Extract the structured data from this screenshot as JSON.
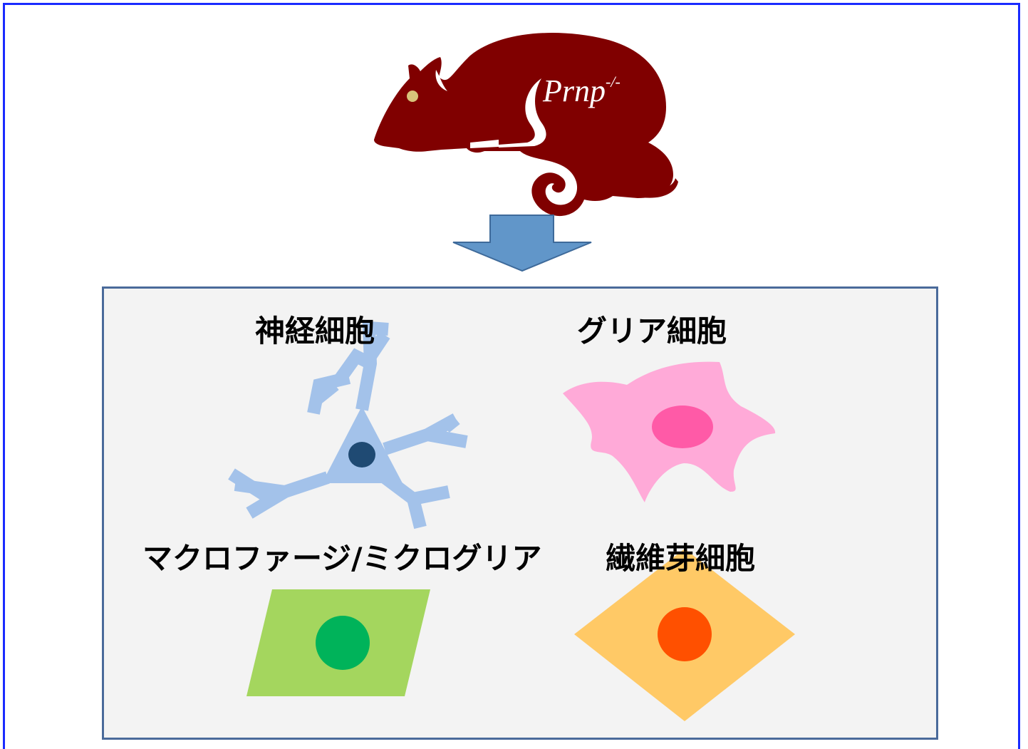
{
  "mouse": {
    "label_main": "Prnp",
    "label_sup": "-/-",
    "color": "#800000"
  },
  "arrow": {
    "color": "#6196c9",
    "stroke": "#3e6a9a"
  },
  "cells": {
    "neuron": {
      "label": "神経細胞",
      "color": "#a3c2ea",
      "nucleus": "#1f4a73"
    },
    "glia": {
      "label": "グリア細胞",
      "color": "#ffaad8",
      "nucleus": "#ff5aa7"
    },
    "macrophage": {
      "label": "マクロファージ/ミクログリア",
      "color": "#a4d65e",
      "nucleus": "#00b35a"
    },
    "fibroblast": {
      "label": "繊維芽細胞",
      "color": "#ffc966",
      "nucleus": "#ff5000"
    }
  }
}
